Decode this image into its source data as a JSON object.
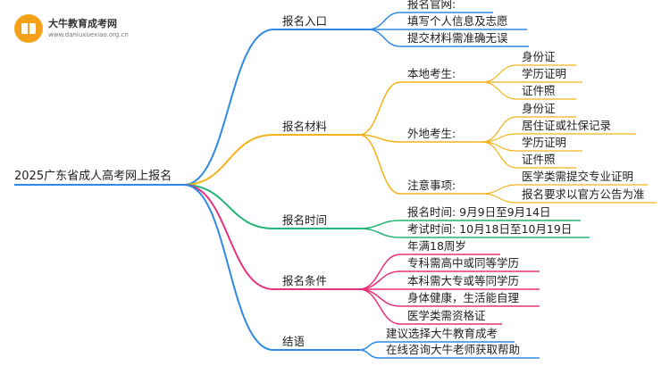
{
  "logo": {
    "name": "大牛教育成考网",
    "url": "www.daniuxuexiao.org.cn"
  },
  "root": {
    "label": "2025广东省成人高考网上报名"
  },
  "colors": {
    "entry": "#2f8ae5",
    "materials": "#f3b31a",
    "time": "#21b573",
    "conditions": "#e8317a",
    "conclusion": "#2f8ae5"
  },
  "branches": [
    {
      "label": "报名入口",
      "children": [
        {
          "label": "报名官网:"
        },
        {
          "label": "填写个人信息及志愿"
        },
        {
          "label": "提交材料需准确无误"
        }
      ]
    },
    {
      "label": "报名材料",
      "children": [
        {
          "label": "本地考生:",
          "children": [
            {
              "label": "身份证"
            },
            {
              "label": "学历证明"
            },
            {
              "label": "证件照"
            }
          ]
        },
        {
          "label": "外地考生:",
          "children": [
            {
              "label": "身份证"
            },
            {
              "label": "居住证或社保记录"
            },
            {
              "label": "学历证明"
            },
            {
              "label": "证件照"
            }
          ]
        },
        {
          "label": "注意事项:",
          "children": [
            {
              "label": "医学类需提交专业证明"
            },
            {
              "label": "报名要求以官方公告为准"
            }
          ]
        }
      ]
    },
    {
      "label": "报名时间",
      "children": [
        {
          "label": "报名时间: 9月9日至9月14日"
        },
        {
          "label": "考试时间: 10月18日至10月19日"
        }
      ]
    },
    {
      "label": "报名条件",
      "children": [
        {
          "label": "年满18周岁"
        },
        {
          "label": "专科需高中或同等学历"
        },
        {
          "label": "本科需大专或等同学历"
        },
        {
          "label": "身体健康，生活能自理"
        },
        {
          "label": "医学类需资格证"
        }
      ]
    },
    {
      "label": "结语",
      "children": [
        {
          "label": "建议选择大牛教育成考"
        },
        {
          "label": "在线咨询大牛老师获取帮助"
        }
      ]
    }
  ]
}
